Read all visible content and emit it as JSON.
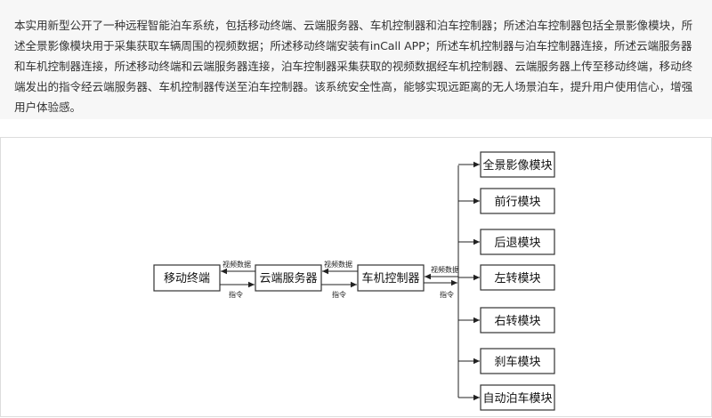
{
  "abstract": {
    "text": "本实用新型公开了一种远程智能泊车系统，包括移动终端、云端服务器、车机控制器和泊车控制器；所述泊车控制器包括全景影像模块，所述全景影像模块用于采集获取车辆周围的视频数据；所述移动终端安装有inCall APP；所述车机控制器与泊车控制器连接，所述云端服务器和车机控制器连接，所述移动终端和云端服务器连接，泊车控制器采集获取的视频数据经车机控制器、云端服务器上传至移动终端，移动终端发出的指令经云端服务器、车机控制器传送至泊车控制器。该系统安全性高，能够实现远距离的无人场景泊车，提升用户使用信心，增强用户体验感。"
  },
  "diagram": {
    "nodes": {
      "mobile": "移动终端",
      "cloud": "云端服务器",
      "vehicle": "车机控制器"
    },
    "edge_labels": {
      "video1": "视频数据",
      "cmd1": "指令",
      "video2": "视频数据",
      "cmd2": "指令",
      "video3": "视频数据",
      "cmd3": "指令"
    },
    "modules": [
      "全景影像模块",
      "前行模块",
      "后退模块",
      "左转模块",
      "右转模块",
      "刹车模块",
      "自动泊车模块"
    ]
  }
}
